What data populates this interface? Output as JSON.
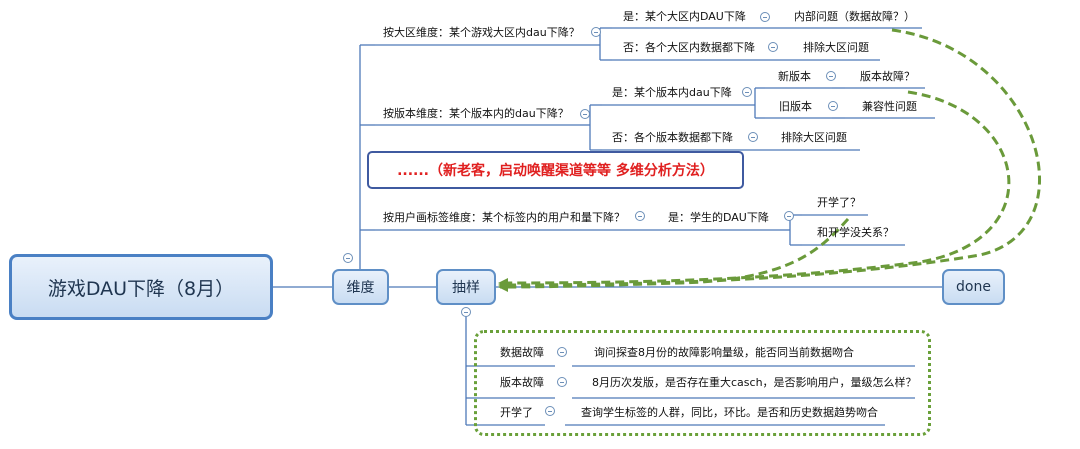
{
  "root": {
    "label": "游戏DAU下降（8月）"
  },
  "level2": {
    "dimension": "维度",
    "sampling": "抽样",
    "done": "done"
  },
  "note": "......（新老客，启动唤醒渠道等等   多维分析方法）",
  "dimensions": [
    {
      "label": "按大区维度：某个游戏大区内dau下降？",
      "children": [
        {
          "label": "是：某个大区内DAU下降",
          "result": "内部问题（数据故障？）"
        },
        {
          "label": "否：各个大区内数据都下降",
          "result": "排除大区问题"
        }
      ]
    },
    {
      "label": "按版本维度：某个版本内的dau下降？",
      "children": [
        {
          "label": "是：某个版本内dau下降",
          "sub": [
            {
              "label": "新版本",
              "result": "版本故障？"
            },
            {
              "label": "旧版本",
              "result": "兼容性问题"
            }
          ]
        },
        {
          "label": "否：各个版本数据都下降",
          "result": "排除大区问题"
        }
      ]
    },
    {
      "label": "按用户画标签维度：某个标签内的用户和量下降？",
      "children": [
        {
          "label": "是：学生的DAU下降",
          "results": [
            "开学了？",
            "和开学没关系？"
          ]
        }
      ]
    }
  ],
  "samples": [
    {
      "label": "数据故障",
      "detail": "询问探查8月份的故障影响量级，能否同当前数据吻合"
    },
    {
      "label": "版本故障",
      "detail": "8月历次发版，是否存在重大casch，是否影响用户，量级怎么样？"
    },
    {
      "label": "开学了",
      "detail": "查询学生标签的人群，同比，环比。是否和历史数据趋势吻合"
    }
  ],
  "colors": {
    "connector": "#4e79b8",
    "arrow": "#6a9a3a",
    "note_text": "#e02020",
    "frame": "#6aa03a"
  }
}
